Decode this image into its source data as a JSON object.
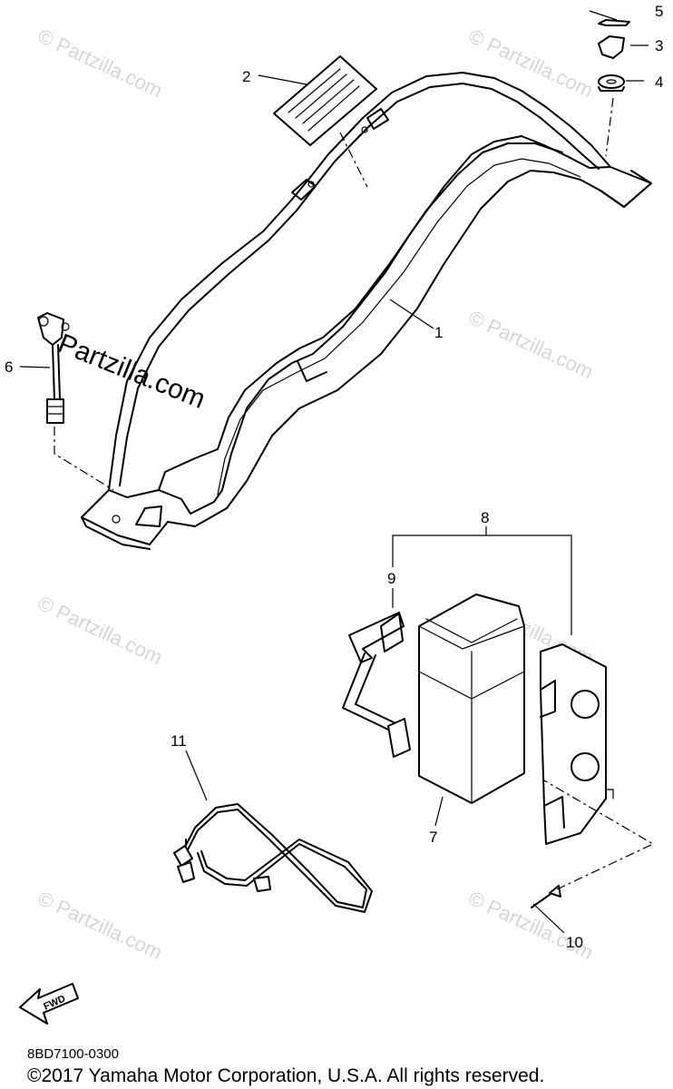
{
  "watermark": "© Partzilla.com",
  "watermark_logo": "Partzilla.com",
  "callouts": {
    "c1": "1",
    "c2": "2",
    "c3": "3",
    "c4": "4",
    "c5": "5",
    "c6": "6",
    "c7": "7",
    "c8": "8",
    "c9": "9",
    "c10": "10",
    "c11": "11"
  },
  "fwd_label": "FWD",
  "diagram_code": "8BD7100-0300",
  "copyright": "©2017 Yamaha Motor Corporation, U.S.A. All rights reserved."
}
